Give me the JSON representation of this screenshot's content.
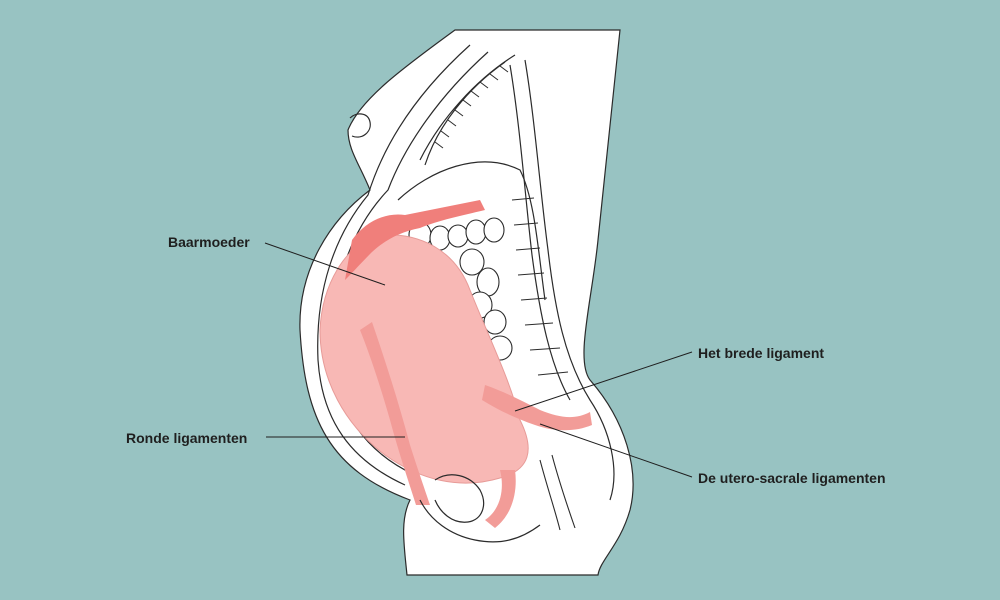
{
  "colors": {
    "background": "#98c3c2",
    "body_fill": "#ffffff",
    "outline": "#2b2b2b",
    "uterus_fill": "#f8b8b5",
    "ligament_fill": "#f29c98",
    "placenta_fill": "#f07f7b"
  },
  "labels": {
    "uterus": "Baarmoeder",
    "round_ligaments": "Ronde ligamenten",
    "broad_ligament": "Het brede ligament",
    "uterosacral_ligaments": "De utero-sacrale ligamenten"
  }
}
